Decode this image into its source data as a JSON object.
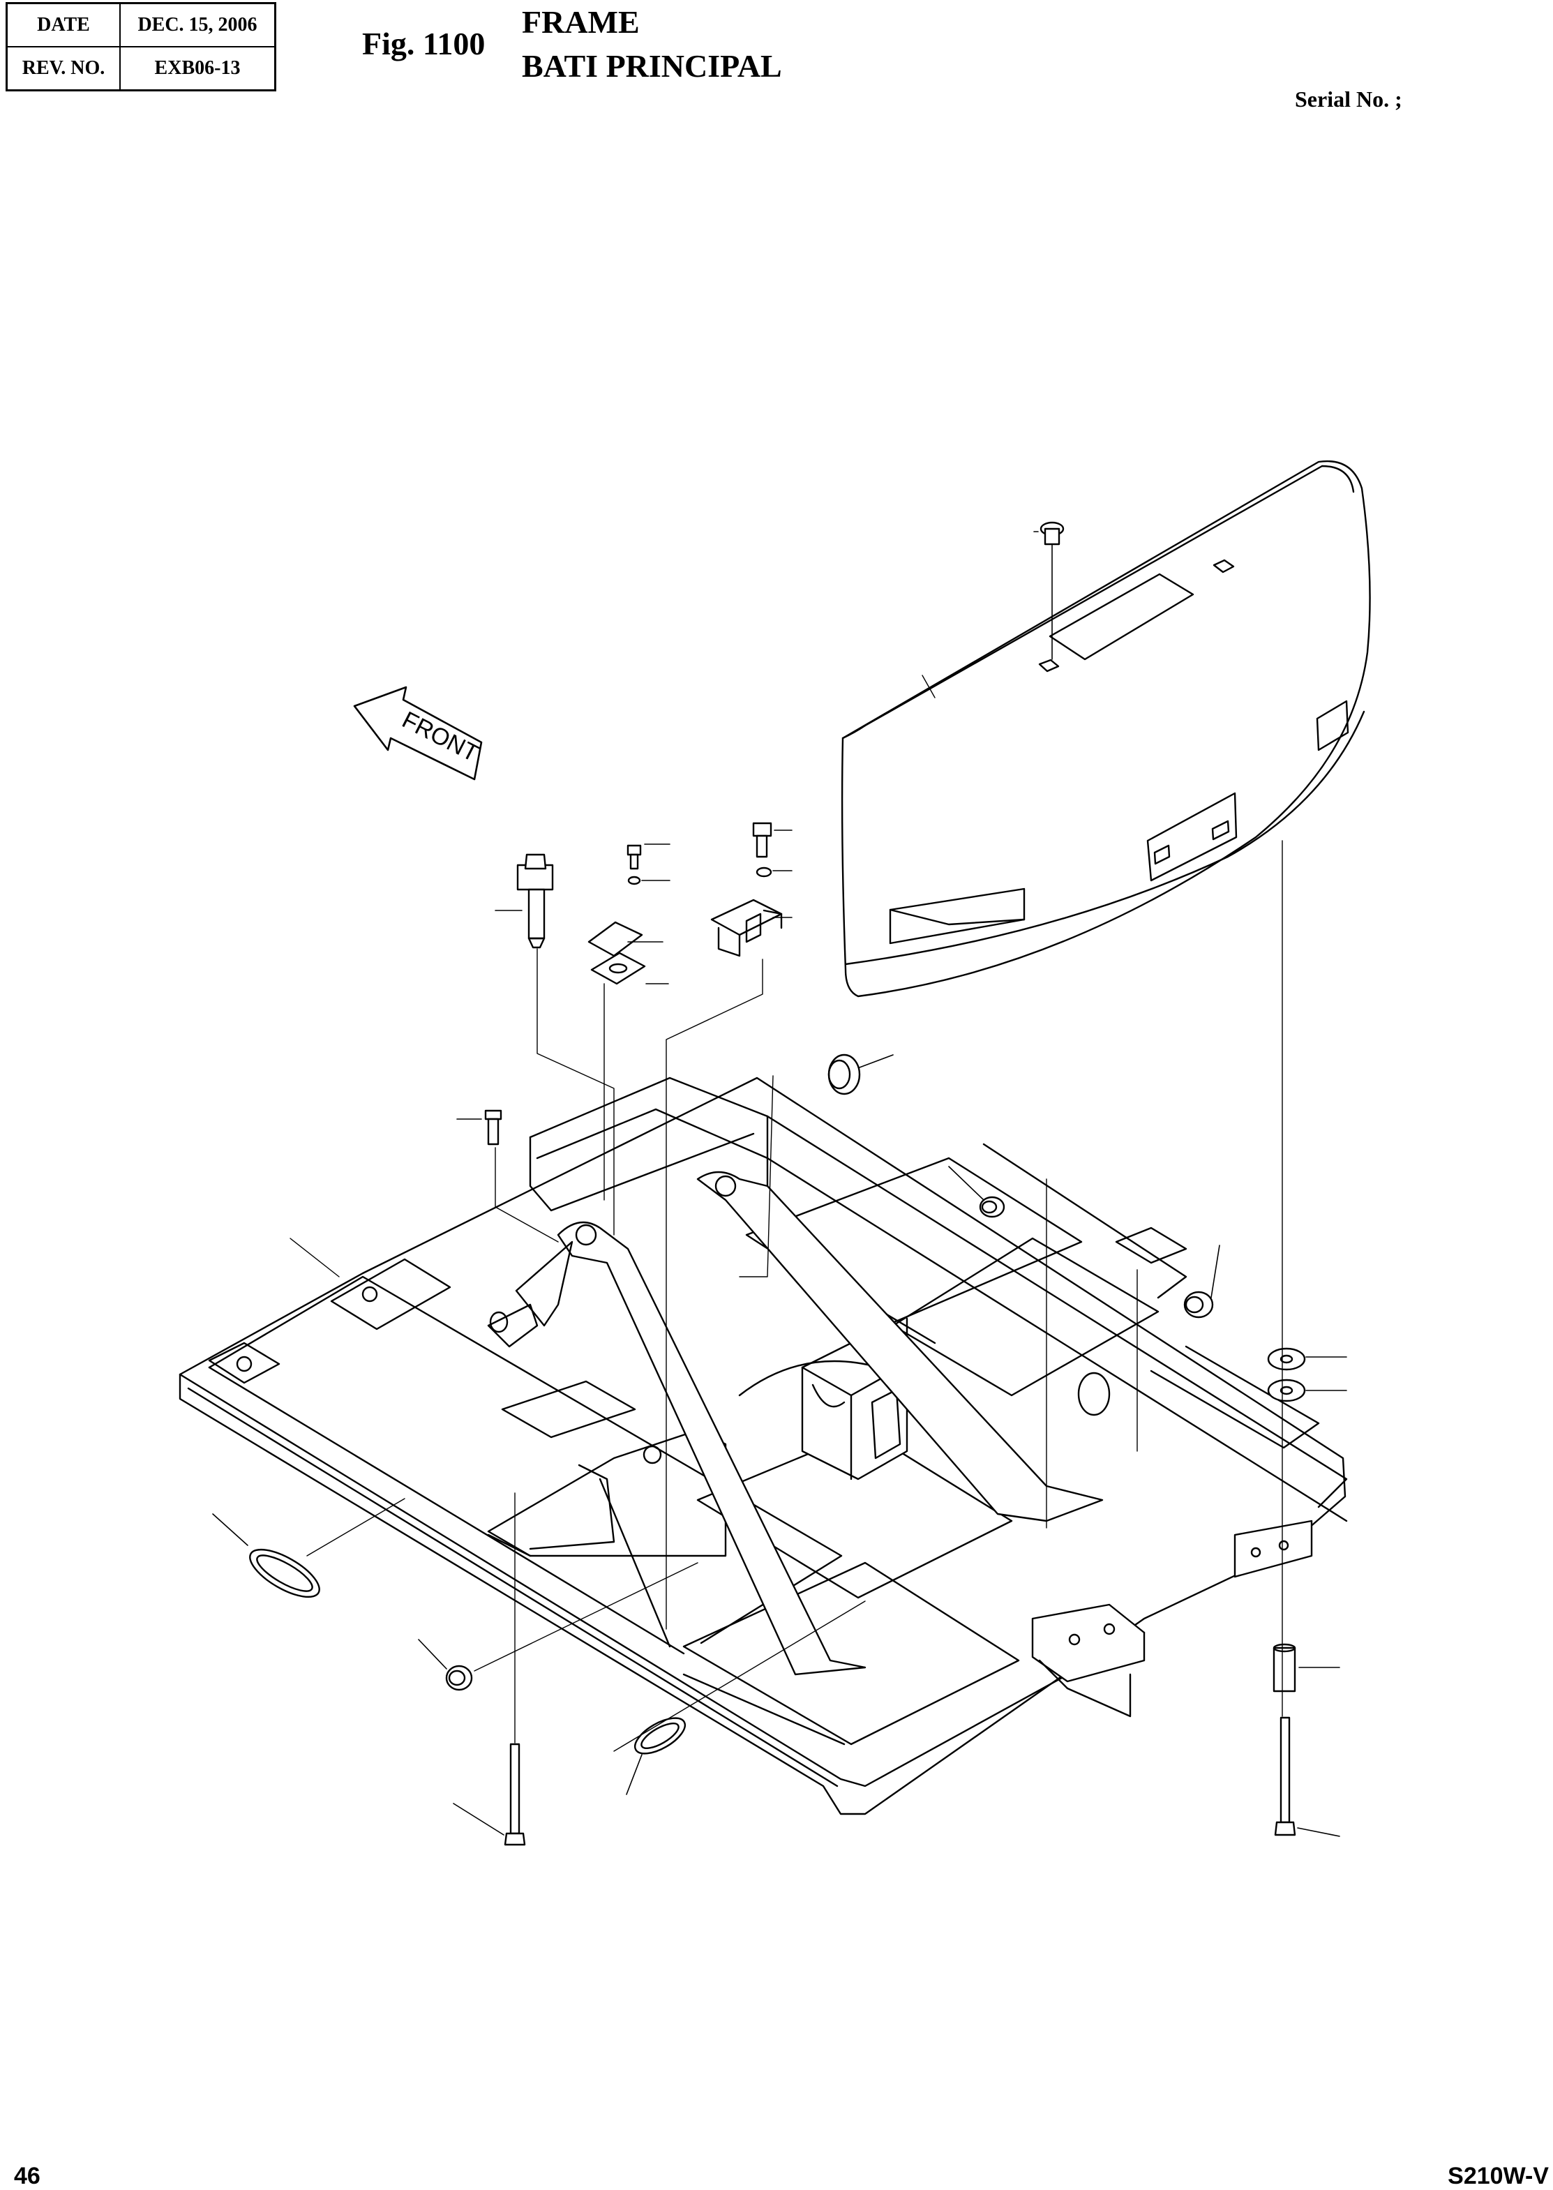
{
  "header": {
    "date_label": "DATE",
    "date_value": "DEC. 15, 2006",
    "rev_label": "REV. NO.",
    "rev_value": "EXB06-13",
    "fig_number": "Fig. 1100",
    "title_en": "FRAME",
    "title_fr": "BATI PRINCIPAL",
    "serial": "Serial No. ;"
  },
  "drawing": {
    "front_arrow_label": "FRONT"
  },
  "footer": {
    "page_number": "46",
    "model": "S210W-V"
  }
}
